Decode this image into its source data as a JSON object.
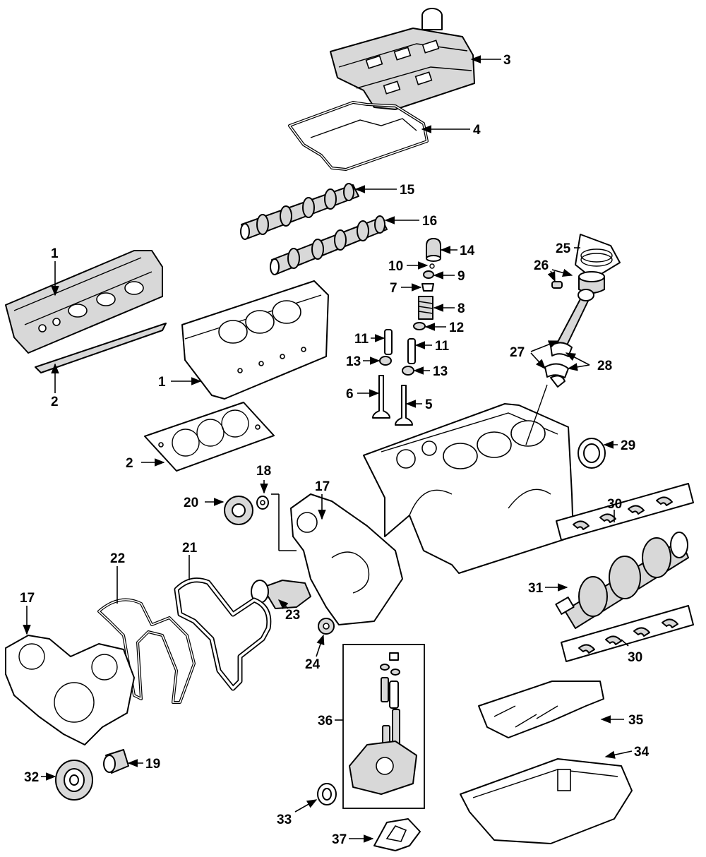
{
  "callouts": [
    {
      "id": "c3",
      "label": "3"
    },
    {
      "id": "c4",
      "label": "4"
    },
    {
      "id": "c15",
      "label": "15"
    },
    {
      "id": "c16",
      "label": "16"
    },
    {
      "id": "c14",
      "label": "14"
    },
    {
      "id": "c10",
      "label": "10"
    },
    {
      "id": "c9",
      "label": "9"
    },
    {
      "id": "c7",
      "label": "7"
    },
    {
      "id": "c8",
      "label": "8"
    },
    {
      "id": "c12",
      "label": "12"
    },
    {
      "id": "c11a",
      "label": "11"
    },
    {
      "id": "c11b",
      "label": "11"
    },
    {
      "id": "c13a",
      "label": "13"
    },
    {
      "id": "c13b",
      "label": "13"
    },
    {
      "id": "c6",
      "label": "6"
    },
    {
      "id": "c5",
      "label": "5"
    },
    {
      "id": "c1a",
      "label": "1"
    },
    {
      "id": "c1b",
      "label": "1"
    },
    {
      "id": "c2a",
      "label": "2"
    },
    {
      "id": "c2b",
      "label": "2"
    },
    {
      "id": "c25",
      "label": "25"
    },
    {
      "id": "c26",
      "label": "26"
    },
    {
      "id": "c27",
      "label": "27"
    },
    {
      "id": "c28",
      "label": "28"
    },
    {
      "id": "c29",
      "label": "29"
    },
    {
      "id": "c30a",
      "label": "30"
    },
    {
      "id": "c30b",
      "label": "30"
    },
    {
      "id": "c31",
      "label": "31"
    },
    {
      "id": "c18",
      "label": "18"
    },
    {
      "id": "c20",
      "label": "20"
    },
    {
      "id": "c17a",
      "label": "17"
    },
    {
      "id": "c17b",
      "label": "17"
    },
    {
      "id": "c22",
      "label": "22"
    },
    {
      "id": "c21",
      "label": "21"
    },
    {
      "id": "c23",
      "label": "23"
    },
    {
      "id": "c24",
      "label": "24"
    },
    {
      "id": "c36",
      "label": "36"
    },
    {
      "id": "c35",
      "label": "35"
    },
    {
      "id": "c34",
      "label": "34"
    },
    {
      "id": "c32",
      "label": "32"
    },
    {
      "id": "c19",
      "label": "19"
    },
    {
      "id": "c33",
      "label": "33"
    },
    {
      "id": "c37",
      "label": "37"
    }
  ]
}
